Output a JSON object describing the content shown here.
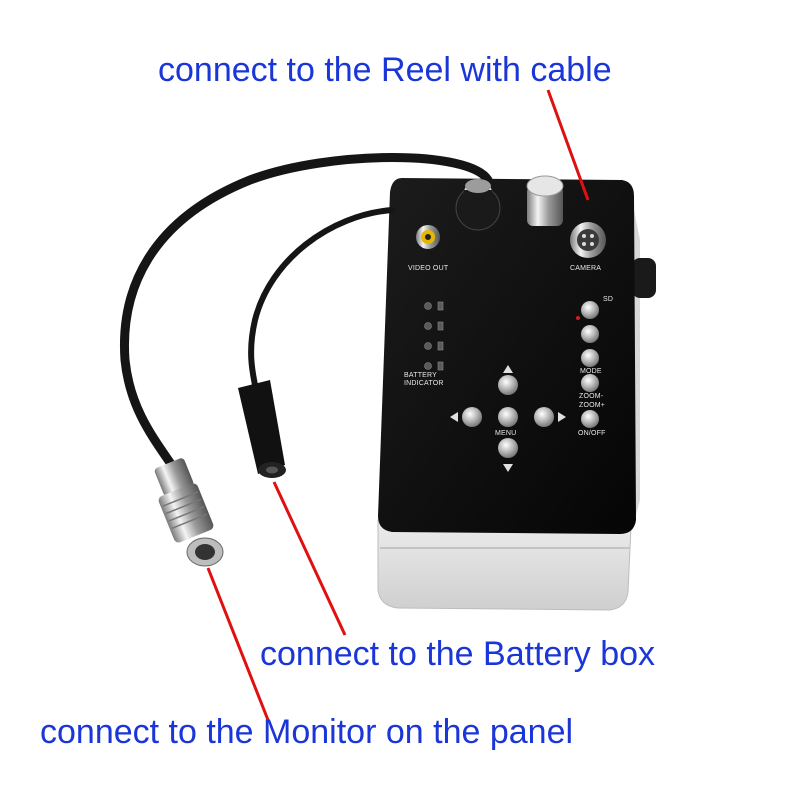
{
  "captions": {
    "reel": "connect to the Reel with cable",
    "battery": "connect to the Battery box",
    "monitor": "connect to the Monitor on the panel"
  },
  "panel": {
    "video_out": "VIDEO OUT",
    "camera": "CAMERA",
    "battery_indicator_1": "BATTERY",
    "battery_indicator_2": "INDICATOR",
    "sd": "SD",
    "mode": "MODE",
    "zoom_minus": "ZOOM-",
    "zoom_plus": "ZOOM+",
    "on_off": "ON/OFF",
    "menu": "MENU"
  },
  "colors": {
    "caption_text": "#1a35d8",
    "pointer_line": "#e01010",
    "panel_face": "#111111",
    "enclosure": "#e6e6e6"
  },
  "icons": [
    "rca-jack-icon",
    "knob-icon",
    "camera-connector-icon",
    "arrow-up-icon",
    "arrow-down-icon",
    "arrow-left-icon",
    "arrow-right-icon",
    "battery-level-icon"
  ]
}
